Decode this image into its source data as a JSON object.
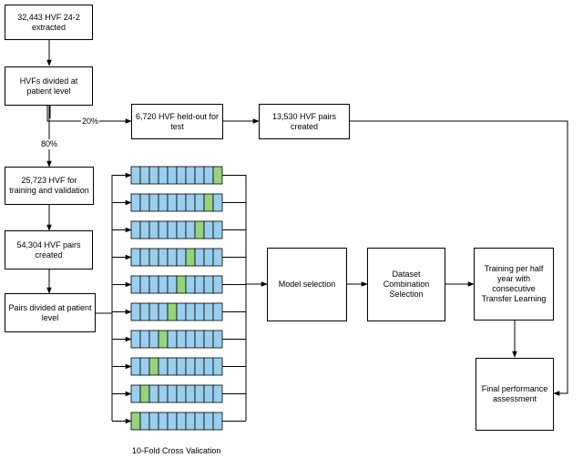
{
  "boxes": {
    "hvf_extracted": "32,443 HVF 24-2 extracted",
    "divided_patient": "HVFs divided at patient level",
    "held_out": "6,720 HVF held-out for test",
    "test_pairs": "13,530 HVF pairs created",
    "train_val": "25,723 HVF for training and validation",
    "train_pairs": "54,304 HVF pairs created",
    "pairs_divided": "Pairs divided at patient level",
    "model_selection": "Model selection",
    "dataset_combination": "Dataset Combination Selection",
    "training_half_year": "Training per half year with consecutive Transfer Learning",
    "final_assessment": "Final performance assessment"
  },
  "labels": {
    "pct_20": "20%",
    "pct_80": "80%",
    "cv_caption": "10-Fold Cross Valication"
  },
  "folds": {
    "count": 10,
    "segments_per_fold": 10,
    "validation_segment": [
      9,
      8,
      7,
      6,
      5,
      4,
      3,
      2,
      1,
      0
    ]
  },
  "colors": {
    "train_segment": "#99cfee",
    "validation_segment": "#97d37b",
    "border": "#000000"
  }
}
